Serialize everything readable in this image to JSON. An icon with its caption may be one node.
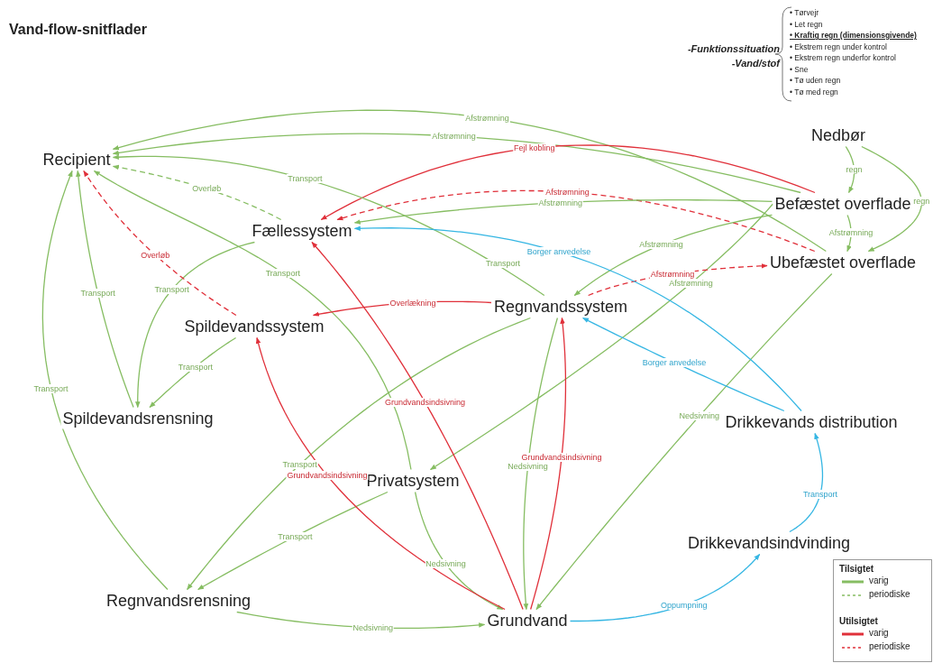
{
  "diagram": {
    "title": "Vand-flow-snitflader",
    "nodes": [
      {
        "text": [
          "Recipient"
        ]
      },
      {
        "text": [
          "Nedbør"
        ]
      },
      {
        "text": [
          "Befæstet overflade"
        ]
      },
      {
        "text": [
          "Fællessystem"
        ]
      },
      {
        "text": [
          "Ubefæstet overflade"
        ]
      },
      {
        "text": [
          "Spildevandssystem"
        ]
      },
      {
        "text": [
          "Regnvandssystem"
        ]
      },
      {
        "text": [
          "Spildevandsrensning"
        ]
      },
      {
        "text": [
          "Drikkevands distribution"
        ]
      },
      {
        "text": [
          "Privatsystem"
        ]
      },
      {
        "text": [
          "Drikkevandsindvinding"
        ]
      },
      {
        "text": [
          "Regnvandsrensning"
        ]
      },
      {
        "text": [
          "Grundvand"
        ]
      }
    ],
    "edges": [
      {
        "from": 4,
        "to": 0,
        "arrow": "to",
        "label": "Afstrømning"
      },
      {
        "from": 2,
        "to": 0,
        "arrow": "to",
        "label": "Afstrømning"
      },
      {
        "from": 2,
        "to": 3,
        "arrow": "to",
        "label": "Fejl kobling",
        "color": "#e0303a"
      },
      {
        "from": 4,
        "to": 3,
        "arrow": "to",
        "label": "Afstrømning",
        "color": "#e0303a",
        "style": "dashed"
      },
      {
        "from": 2,
        "to": 3,
        "arrow": "to",
        "label": "Afstrømning"
      },
      {
        "from": 3,
        "to": 0,
        "arrow": "to",
        "label": "Overløb",
        "style": "dashed"
      },
      {
        "from": 6,
        "to": 0,
        "arrow": "to",
        "label": "Transport"
      },
      {
        "from": 9,
        "to": 0,
        "arrow": "to",
        "label": "Transport"
      },
      {
        "from": 7,
        "to": 0,
        "arrow": "to",
        "label": "Transport"
      },
      {
        "from": 3,
        "to": 7,
        "arrow": "to",
        "label": "Transport"
      },
      {
        "from": 5,
        "to": 7,
        "arrow": "to",
        "label": "Transport"
      },
      {
        "from": 11,
        "to": 0,
        "arrow": "to",
        "label": "Transport"
      },
      {
        "from": 6,
        "to": 11,
        "arrow": "to",
        "label": "Transport"
      },
      {
        "from": 9,
        "to": 11,
        "arrow": "to",
        "label": "Transport"
      },
      {
        "from": 11,
        "to": 12,
        "arrow": "to",
        "label": "Nedsivning"
      },
      {
        "from": 9,
        "to": 12,
        "arrow": "to",
        "label": "Nedsivning"
      },
      {
        "from": 6,
        "to": 12,
        "arrow": "to",
        "label": "Nedsivning"
      },
      {
        "from": 4,
        "to": 12,
        "arrow": "to",
        "label": "Nedsivning"
      },
      {
        "from": 2,
        "to": 6,
        "arrow": "to",
        "label": "Afstrømning"
      },
      {
        "from": 2,
        "to": 9,
        "arrow": "to",
        "label": "Afstrømning"
      },
      {
        "from": 6,
        "to": 4,
        "arrow": "to",
        "label": "Afstrømning",
        "color": "#e0303a",
        "style": "dashed"
      },
      {
        "from": 6,
        "to": 5,
        "arrow": "to",
        "label": "Overlækning",
        "color": "#e0303a"
      },
      {
        "from": 5,
        "to": 0,
        "arrow": "to",
        "label": "Overløb",
        "color": "#e0303a",
        "style": "dashed"
      },
      {
        "from": 12,
        "to": 3,
        "arrow": "to",
        "label": "Grundvandsindsivning",
        "color": "#e0303a"
      },
      {
        "from": 12,
        "to": 5,
        "arrow": "to",
        "label": "Grundvandsindsivning",
        "color": "#e0303a"
      },
      {
        "from": 12,
        "to": 6,
        "arrow": "to",
        "label": "Grundvandsindsivning",
        "color": "#e0303a"
      },
      {
        "from": 8,
        "to": 3,
        "arrow": "to",
        "label": "Borger anvedelse",
        "color": "#35b6e3"
      },
      {
        "from": 8,
        "to": 6,
        "arrow": "to",
        "label": "Borger anvedelse",
        "color": "#35b6e3"
      },
      {
        "from": 10,
        "to": 8,
        "arrow": "to",
        "label": "Transport",
        "color": "#35b6e3"
      },
      {
        "from": 12,
        "to": 10,
        "arrow": "to",
        "label": "Oppumpning",
        "color": "#35b6e3"
      },
      {
        "from": 1,
        "to": 2,
        "arrow": "to",
        "label": "regn"
      },
      {
        "from": 1,
        "to": 4,
        "arrow": "to",
        "label": "regn"
      },
      {
        "from": 2,
        "to": 4,
        "arrow": "to",
        "label": "Afstrømning"
      }
    ],
    "labels": [
      "-Funktionssituation",
      "-Vand/stof",
      "• Tørvejr",
      "• Let regn",
      "• Kraftig regn (dimensionsgivende)",
      "• Ekstrem regn under kontrol",
      "• Ekstrem regn underfor kontrol",
      "• Sne",
      "• Tø uden regn",
      "• Tø med regn",
      "Transport",
      "Tilsigtet",
      "Utilsigtet"
    ],
    "legend": [
      {
        "text": "varig"
      },
      {
        "text": "periodiske"
      },
      {
        "text": "varig"
      },
      {
        "text": "periodiske"
      }
    ]
  }
}
